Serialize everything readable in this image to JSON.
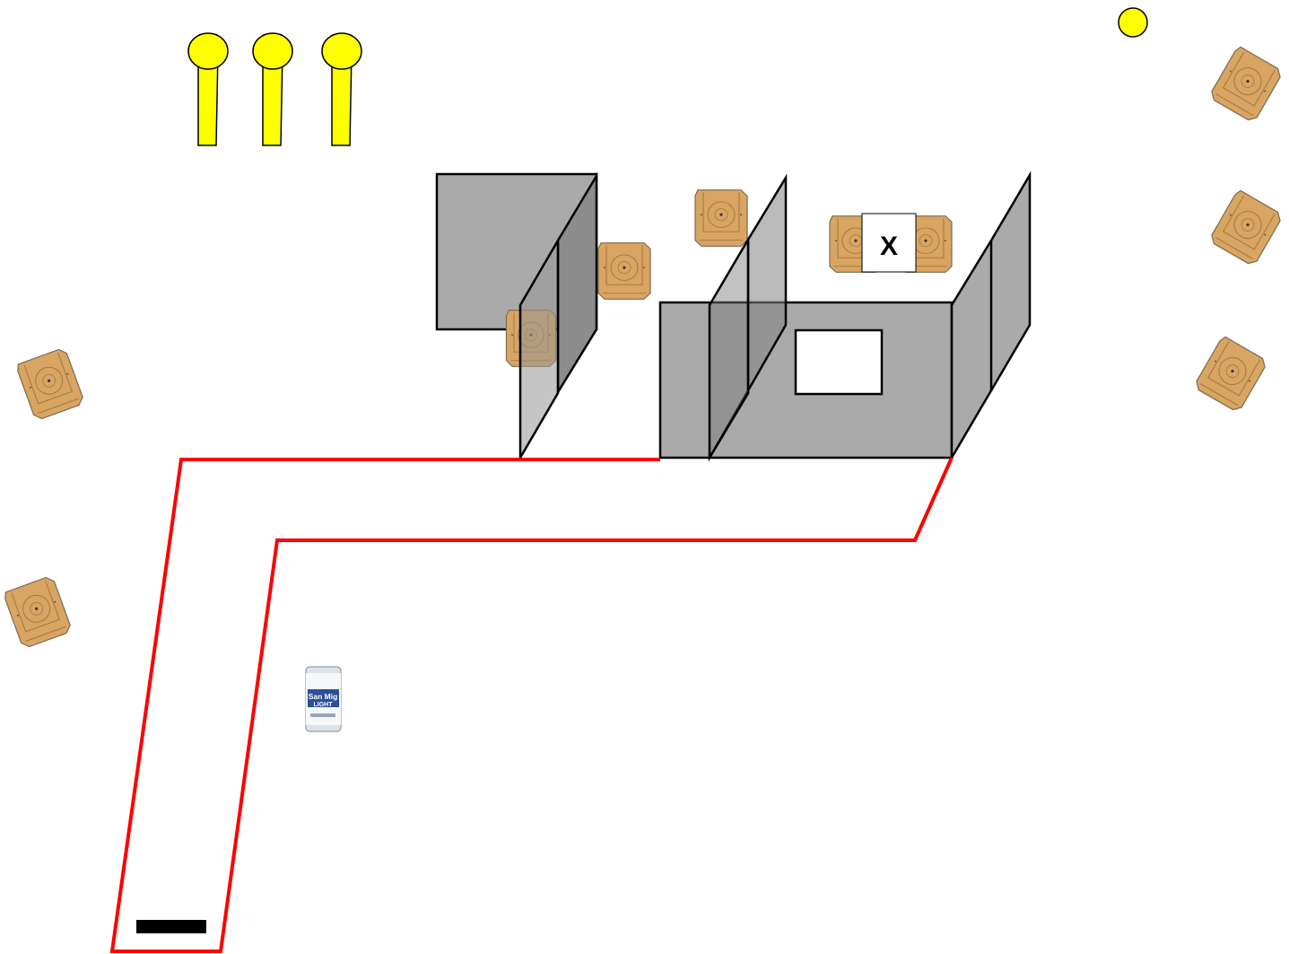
{
  "stage": {
    "no_shoot_marker": "X",
    "can_brand_line1": "San Mig",
    "can_brand_line2": "LIGHT",
    "colors": {
      "boundary": "#ff0000",
      "wall": "#aaaaaa",
      "wall_dark": "#8c8c8c",
      "target": "#d9a562",
      "popper": "#ffff00",
      "start_marker": "#000000"
    },
    "icons": [
      "popper-icon",
      "steel-plate-icon",
      "paper-target-icon",
      "beer-can-icon",
      "start-position-icon"
    ]
  }
}
